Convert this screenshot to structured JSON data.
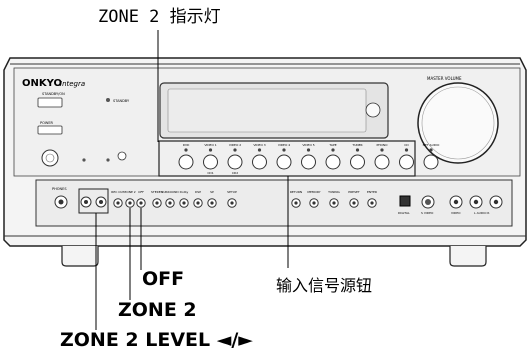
{
  "callouts": {
    "zone2_indicator": "ZONE 2 指示灯",
    "input_selector": "输入信号源钮",
    "off": "OFF",
    "zone2": "ZONE 2",
    "zone2_level": "ZONE 2 LEVEL ◄/►"
  },
  "panel": {
    "brand": "ONKYO",
    "sub_brand": "Integra",
    "master_volume": "MASTER VOLUME",
    "power_labels": [
      "STANDBY/ON",
      "POWER",
      "STANDBY"
    ],
    "headphones": "PHONES",
    "input_buttons": [
      "DVD",
      "VIDEO 1",
      "VIDEO 2",
      "VIDEO 3",
      "VIDEO 4",
      "VIDEO 5",
      "TAPE",
      "TUNER",
      "PHONO",
      "CD",
      "NET AUDIO"
    ],
    "cd_labels": [
      "CD1",
      "CD2"
    ],
    "lower_buttons": [
      "REC OUT",
      "ZONE 2",
      "OFF",
      "STEREO",
      "SURROUND",
      "Dolby",
      "DSP",
      "SP",
      "SETUP",
      "RETURN",
      "MEMORY",
      "TUNING",
      "PRESET",
      "ENTER"
    ],
    "jack_labels": [
      "DIGITAL",
      "S VIDEO",
      "VIDEO",
      "L AUDIO R"
    ]
  }
}
